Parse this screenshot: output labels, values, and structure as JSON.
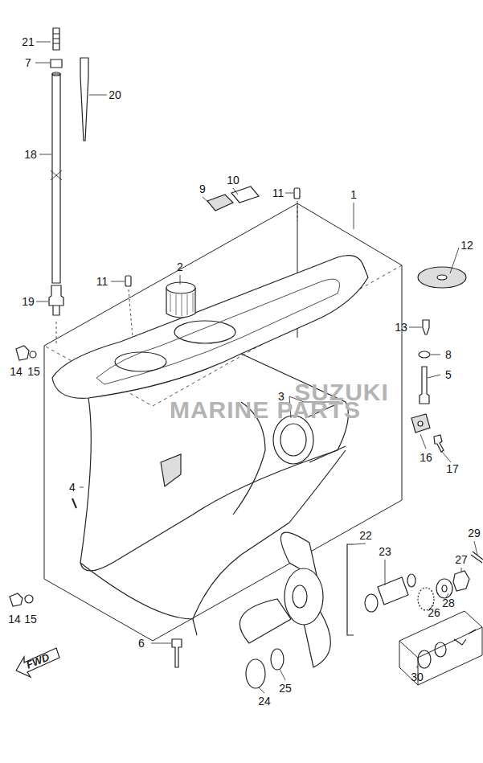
{
  "diagram": {
    "labels": [
      "21",
      "7",
      "20",
      "18",
      "9",
      "10",
      "11",
      "1",
      "12",
      "11",
      "2",
      "19",
      "13",
      "14",
      "15",
      "8",
      "5",
      "3",
      "SUZUKI",
      "MARINE PARTS",
      "16",
      "17",
      "4",
      "22",
      "23",
      "29",
      "27",
      "28",
      "26",
      "14",
      "15",
      "6",
      "30",
      "24",
      "25",
      "FWD"
    ]
  }
}
